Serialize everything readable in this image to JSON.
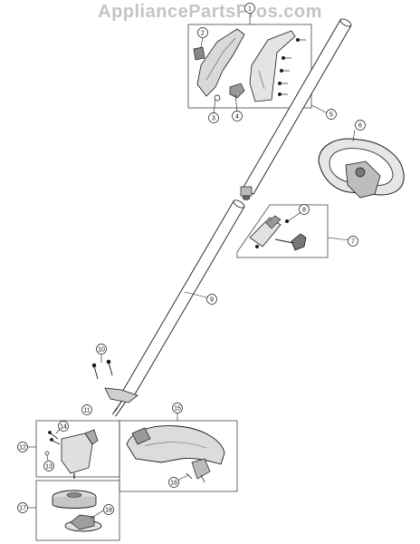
{
  "watermark": "AppliancePartsPros.com",
  "callouts": [
    "1",
    "2",
    "3",
    "4",
    "5",
    "6",
    "7",
    "8",
    "9",
    "10",
    "11",
    "12",
    "13",
    "14",
    "15",
    "16",
    "17",
    "18"
  ],
  "colors": {
    "line": "#1a1a1a",
    "shade": "#b5b5b5",
    "light": "#e8e8e8",
    "box": "#444444"
  }
}
